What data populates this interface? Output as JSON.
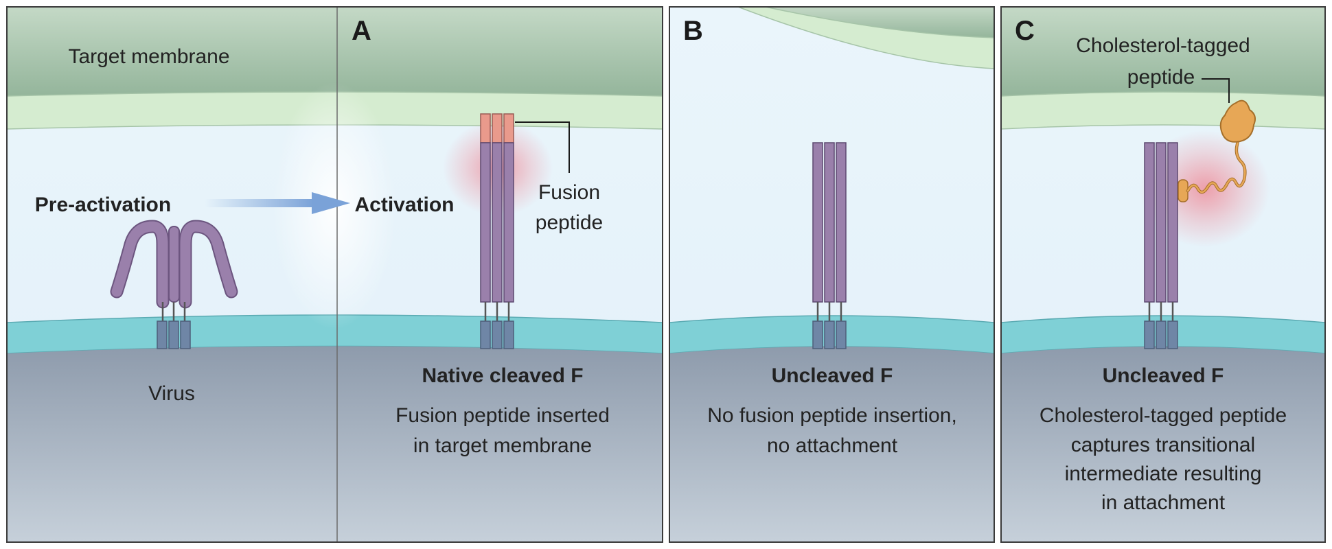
{
  "panel_left": {
    "membrane_label": "Target membrane",
    "pre_activation_label": "Pre-activation",
    "virus_label": "Virus"
  },
  "panel_a": {
    "letter": "A",
    "activation_label": "Activation",
    "fusion_peptide_label_line1": "Fusion",
    "fusion_peptide_label_line2": "peptide",
    "title": "Native cleaved F",
    "caption_line1": "Fusion peptide inserted",
    "caption_line2": "in target membrane"
  },
  "panel_b": {
    "letter": "B",
    "title": "Uncleaved F",
    "caption_line1": "No fusion peptide insertion,",
    "caption_line2": "no attachment"
  },
  "panel_c": {
    "letter": "C",
    "tag_label_line1": "Cholesterol-tagged",
    "tag_label_line2": "peptide",
    "title": "Uncleaved F",
    "caption_line1": "Cholesterol-tagged peptide",
    "caption_line2": "captures transitional",
    "caption_line3": "intermediate resulting",
    "caption_line4": "in attachment"
  },
  "colors": {
    "target_membrane_top": "#9ebda4",
    "target_membrane_band": "#d5ecd0",
    "gap_fill": "#e8f4fb",
    "viral_membrane_band": "#7fd0d6",
    "virus_body": "#9aa7b6",
    "protein_stalk": "#9a80ab",
    "protein_tm": "#6f86a6",
    "fusion_peptide": "#e99a8c",
    "cholesterol_tag": "#e7a756",
    "glow": "#f25a6a",
    "arrow": "#7aa2d8"
  }
}
